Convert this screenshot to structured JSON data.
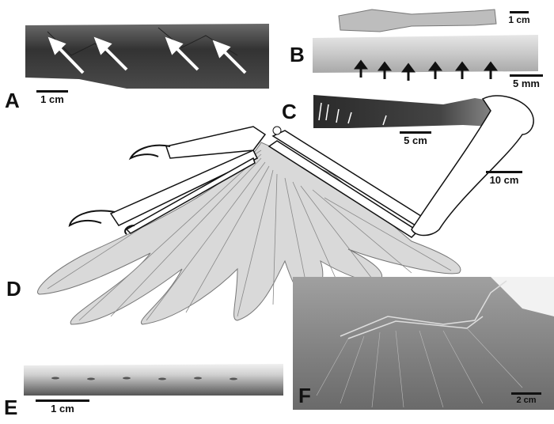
{
  "panels": {
    "a": {
      "label": "A",
      "scale": "1 cm"
    },
    "b": {
      "label": "B",
      "scale_top": "1 cm",
      "scale_strip": "5 mm"
    },
    "c": {
      "label": "C",
      "scale": "5 cm"
    },
    "d": {
      "label": "D",
      "scale": "10 cm"
    },
    "e": {
      "label": "E",
      "scale": "1 cm"
    },
    "f": {
      "label": "F",
      "scale": "2 cm"
    }
  },
  "colors": {
    "ink": "#111111",
    "feather_fill": "#d9d9d9",
    "photo_dark": "#3a3a3a",
    "xray_bg": "#8c8c8c"
  }
}
